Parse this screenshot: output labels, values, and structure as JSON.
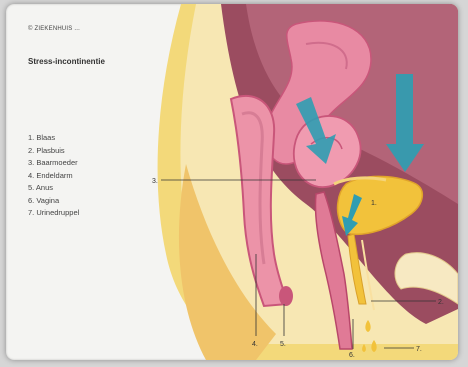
{
  "credit": "© ZIEKENHUIS ...",
  "title": "Stress-incontinentie",
  "legend": [
    "1. Blaas",
    "2. Plasbuis",
    "3. Baarmoeder",
    "4. Endeldarm",
    "5. Anus",
    "6. Vagina",
    "7. Urinedruppel"
  ],
  "labels": {
    "l1": "1.",
    "l2": "2.",
    "l3": "3.",
    "l4": "4.",
    "l5": "5.",
    "l6": "6.",
    "l7": "7."
  },
  "colors": {
    "pink": "#e98aa0",
    "dark_pink": "#c9567a",
    "yellow": "#f2c23b",
    "maroon": "#a85a6c",
    "arrow": "#2f9db2"
  }
}
